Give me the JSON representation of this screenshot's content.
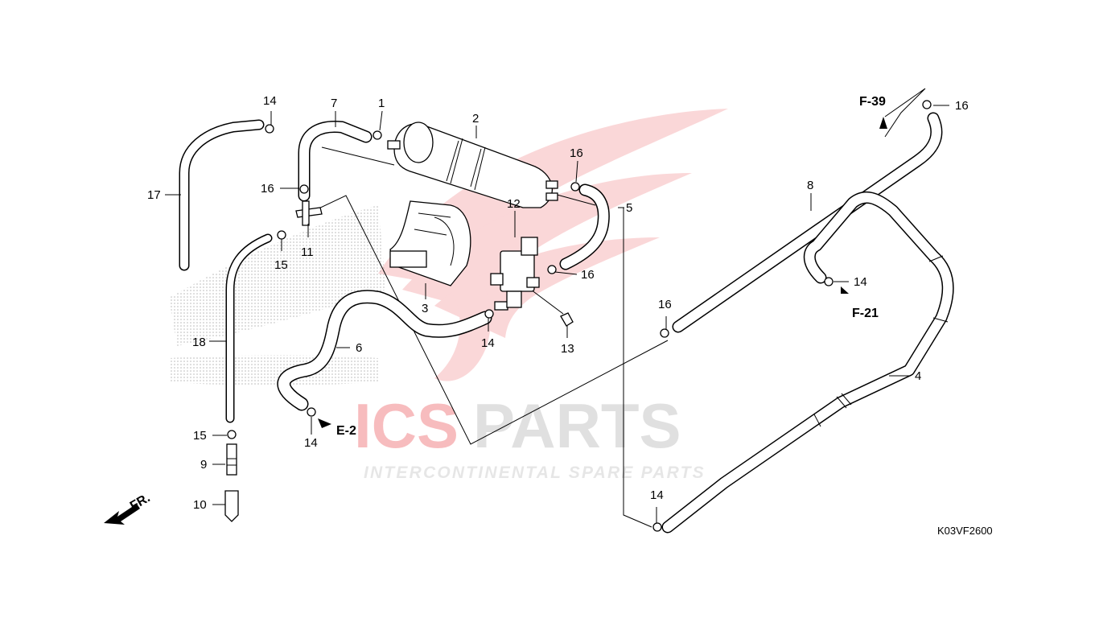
{
  "labels": {
    "p1": "1",
    "p2": "2",
    "p3": "3",
    "p4": "4",
    "p5": "5",
    "p6": "6",
    "p7": "7",
    "p8": "8",
    "p9": "9",
    "p10": "10",
    "p11": "11",
    "p12": "12",
    "p13": "13",
    "p14": "14",
    "p15": "15",
    "p16": "16",
    "p17": "17",
    "p18": "18"
  },
  "refs": {
    "f39": "F-39",
    "f21": "F-21",
    "e2": "E-2",
    "front": "FR."
  },
  "diagram_code": "K03VF2600",
  "watermark": {
    "brand_red": "ICS",
    "brand_grey": "PARTS",
    "tagline": "INTERCONTINENTAL SPARE PARTS",
    "red_color": "#e8262b",
    "grey_color": "#b7b7b7"
  }
}
